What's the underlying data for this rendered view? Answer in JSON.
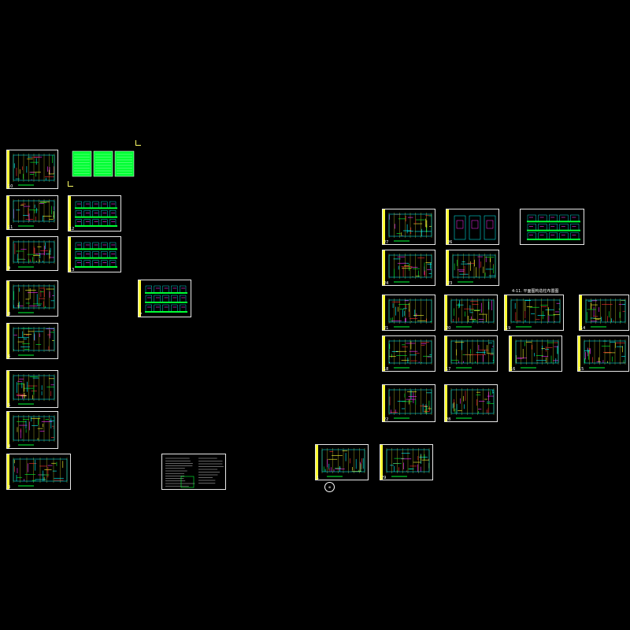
{
  "drawing_title": "4-11. 平面图构造柱布置图",
  "circle_label": "⊕",
  "colors": {
    "background": "#000000",
    "frame": "#ffffff",
    "titleblock": "#ffff33",
    "green": "#00ff33",
    "cyan": "#00ffff",
    "magenta": "#ff33ff",
    "yellow": "#ffff33",
    "red": "#ff3333"
  },
  "sheets": [
    {
      "id": "s10",
      "num": "10",
      "kind": "plan"
    },
    {
      "id": "s-tables",
      "num": "",
      "kind": "green-tables"
    },
    {
      "id": "s11",
      "num": "11",
      "kind": "plan"
    },
    {
      "id": "s12",
      "num": "12",
      "kind": "detail-grid"
    },
    {
      "id": "s9",
      "num": "9",
      "kind": "plan"
    },
    {
      "id": "s13",
      "num": "13",
      "kind": "detail-grid"
    },
    {
      "id": "s8",
      "num": "8",
      "kind": "plan"
    },
    {
      "id": "s7",
      "num": "7",
      "kind": "detail-grid"
    },
    {
      "id": "s6",
      "num": "6",
      "kind": "plan"
    },
    {
      "id": "s5",
      "num": "5",
      "kind": "plan"
    },
    {
      "id": "s4",
      "num": "4",
      "kind": "plan"
    },
    {
      "id": "s3",
      "num": "3",
      "kind": "plan"
    },
    {
      "id": "s2",
      "num": "2",
      "kind": "notes"
    },
    {
      "id": "s27",
      "num": "27",
      "kind": "plan"
    },
    {
      "id": "s26",
      "num": "26",
      "kind": "detail"
    },
    {
      "id": "s25",
      "num": "",
      "kind": "detail-grid"
    },
    {
      "id": "s24",
      "num": "24",
      "kind": "plan"
    },
    {
      "id": "s23",
      "num": "23",
      "kind": "plan"
    },
    {
      "id": "s21",
      "num": "21",
      "kind": "plan"
    },
    {
      "id": "s20",
      "num": "20",
      "kind": "plan"
    },
    {
      "id": "s19",
      "num": "19",
      "kind": "plan"
    },
    {
      "id": "s14",
      "num": "14",
      "kind": "plan"
    },
    {
      "id": "s18",
      "num": "18",
      "kind": "plan"
    },
    {
      "id": "s17",
      "num": "17",
      "kind": "plan"
    },
    {
      "id": "s16",
      "num": "16",
      "kind": "plan"
    },
    {
      "id": "s15",
      "num": "15",
      "kind": "plan"
    },
    {
      "id": "s22",
      "num": "22",
      "kind": "plan"
    },
    {
      "id": "s28",
      "num": "28",
      "kind": "plan"
    },
    {
      "id": "s1",
      "num": "1",
      "kind": "plan"
    },
    {
      "id": "s29",
      "num": "29",
      "kind": "plan"
    }
  ]
}
